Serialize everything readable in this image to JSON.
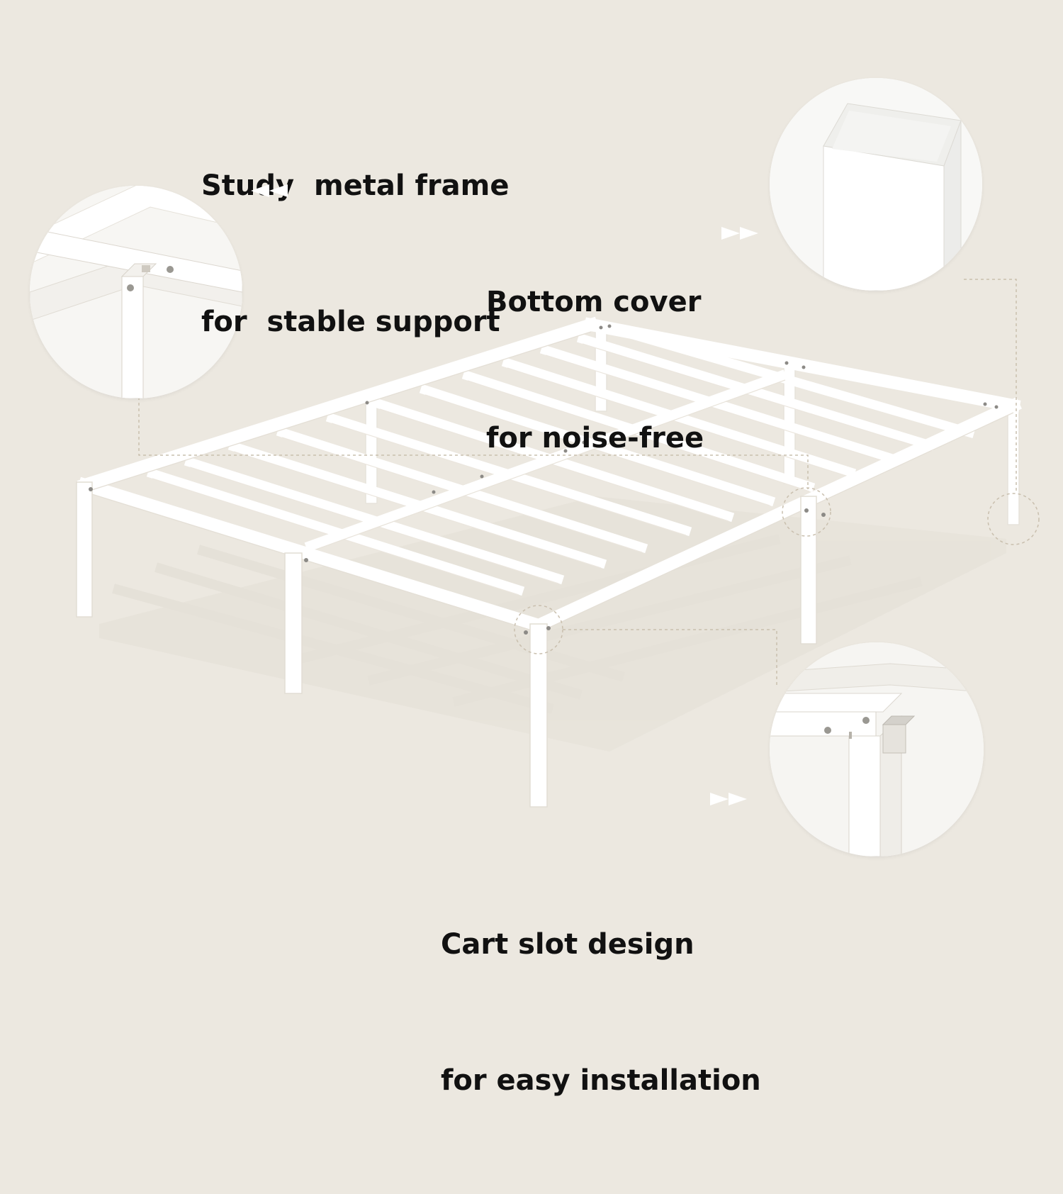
{
  "captions": {
    "frame": [
      "Study  metal frame",
      "for  stable support"
    ],
    "cover": [
      "Bottom cover",
      "for noise-free"
    ],
    "slot": [
      "Cart slot design",
      "for easy installation"
    ]
  },
  "colors": {
    "background": "#ece8e0",
    "frame": "#ffffff",
    "text": "#111111",
    "leader_line": "#c9bfae"
  },
  "icons": {
    "arrow_left": "double-chevron-left-icon",
    "arrow_right": "double-chevron-right-icon"
  }
}
